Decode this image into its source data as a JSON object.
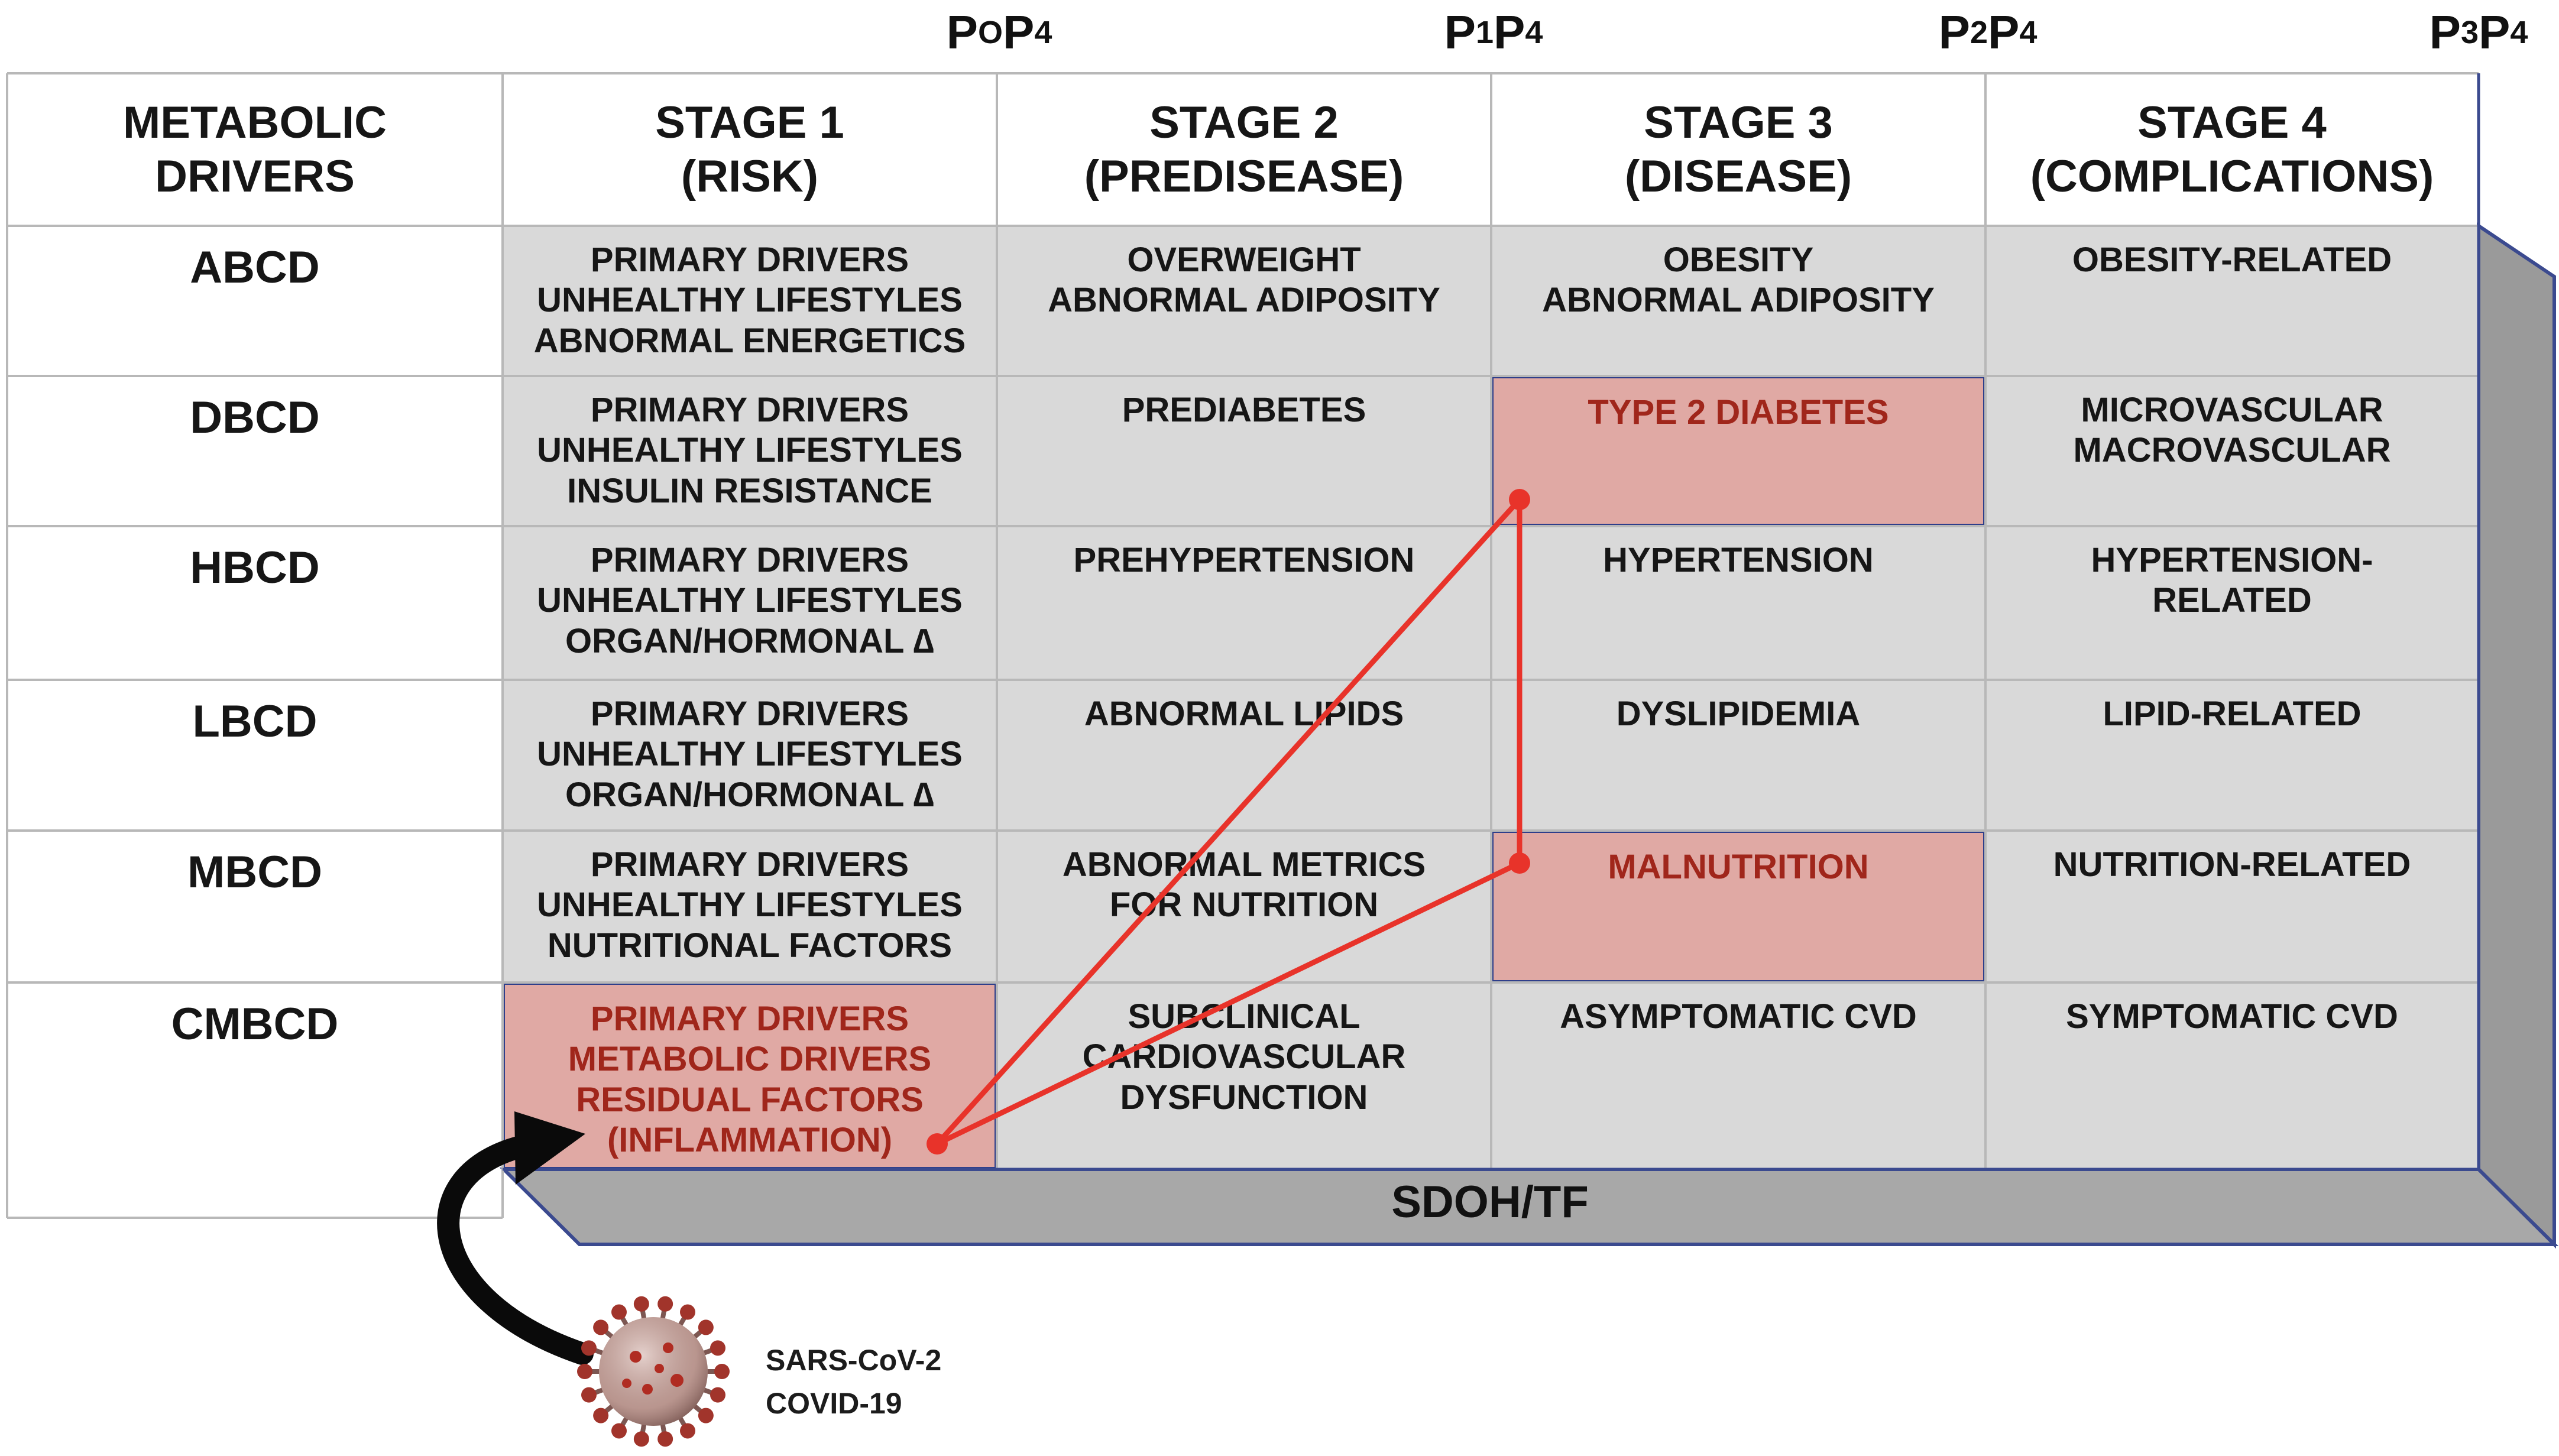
{
  "phases": [
    {
      "main": "P",
      "sub1": "O",
      "tail": "P",
      "sub2": "4"
    },
    {
      "main": "P",
      "sub1": "1",
      "tail": "P",
      "sub2": "4"
    },
    {
      "main": "P",
      "sub1": "2",
      "tail": "P",
      "sub2": "4"
    },
    {
      "main": "P",
      "sub1": "3",
      "tail": "P",
      "sub2": "4"
    }
  ],
  "columns": [
    [
      "METABOLIC",
      "DRIVERS"
    ],
    [
      "STAGE 1",
      "(RISK)"
    ],
    [
      "STAGE 2",
      "(PREDISEASE)"
    ],
    [
      "STAGE 3",
      "(DISEASE)"
    ],
    [
      "STAGE 4",
      "(COMPLICATIONS)"
    ]
  ],
  "rows": [
    {
      "label": "ABCD",
      "cells": [
        [
          "PRIMARY DRIVERS",
          "UNHEALTHY LIFESTYLES",
          "ABNORMAL ENERGETICS"
        ],
        [
          "OVERWEIGHT",
          "ABNORMAL ADIPOSITY"
        ],
        [
          "OBESITY",
          "ABNORMAL ADIPOSITY"
        ],
        [
          "OBESITY-RELATED"
        ]
      ]
    },
    {
      "label": "DBCD",
      "cells": [
        [
          "PRIMARY DRIVERS",
          "UNHEALTHY LIFESTYLES",
          "INSULIN RESISTANCE"
        ],
        [
          "PREDIABETES"
        ],
        [
          "TYPE 2 DIABETES"
        ],
        [
          "MICROVASCULAR",
          "MACROVASCULAR"
        ]
      ]
    },
    {
      "label": "HBCD",
      "cells": [
        [
          "PRIMARY DRIVERS",
          "UNHEALTHY LIFESTYLES",
          "ORGAN/HORMONAL ∆"
        ],
        [
          "PREHYPERTENSION"
        ],
        [
          "HYPERTENSION"
        ],
        [
          "HYPERTENSION-",
          "RELATED"
        ]
      ]
    },
    {
      "label": "LBCD",
      "cells": [
        [
          "PRIMARY DRIVERS",
          "UNHEALTHY LIFESTYLES",
          "ORGAN/HORMONAL ∆"
        ],
        [
          "ABNORMAL LIPIDS"
        ],
        [
          "DYSLIPIDEMIA"
        ],
        [
          "LIPID-RELATED"
        ]
      ]
    },
    {
      "label": "MBCD",
      "cells": [
        [
          "PRIMARY DRIVERS",
          "UNHEALTHY LIFESTYLES",
          "NUTRITIONAL FACTORS"
        ],
        [
          "ABNORMAL METRICS",
          "FOR NUTRITION"
        ],
        [
          "MALNUTRITION"
        ],
        [
          "NUTRITION-RELATED"
        ]
      ]
    },
    {
      "label": "CMBCD",
      "cells": [
        [
          "PRIMARY DRIVERS",
          "METABOLIC DRIVERS",
          "RESIDUAL FACTORS",
          "(INFLAMMATION)"
        ],
        [
          "SUBCLINICAL",
          "CARDIOVASCULAR",
          "DYSFUNCTION"
        ],
        [
          "ASYMPTOMATIC CVD"
        ],
        [
          "SYMPTOMATIC CVD"
        ]
      ]
    }
  ],
  "highlighted": [
    [
      1,
      2
    ],
    [
      4,
      2
    ],
    [
      5,
      0
    ]
  ],
  "base_label": "SDOH/TF",
  "virus": [
    "SARS-CoV-2",
    "COVID-19"
  ],
  "colors": {
    "cell_fill": "#d9d9d9",
    "highlight_fill": "#e0a9a4",
    "highlight_text": "#a0261b",
    "highlight_border": "#2e3e8a",
    "arrow_line": "#e8332a",
    "slab": "#a6a6a6",
    "curved_arrow": "#0a0a0a"
  }
}
